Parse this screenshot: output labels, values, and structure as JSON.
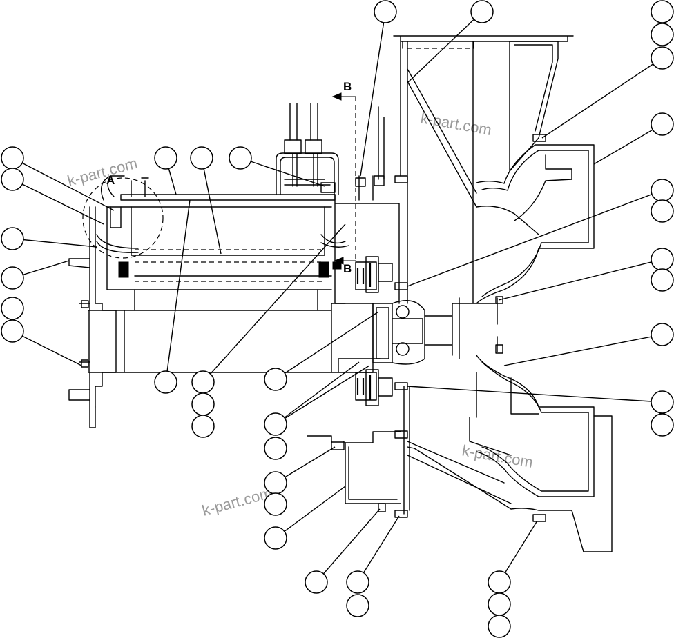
{
  "labels": {
    "view_a": "A",
    "section_b_top": "B",
    "section_b_mid": "B"
  },
  "watermarks": [
    "k-part.com",
    "k-part.com",
    "k-part.com",
    "k-part.com"
  ],
  "colors": {
    "line": "#000000",
    "background": "#ffffff",
    "watermark": "#9a9a9a"
  }
}
